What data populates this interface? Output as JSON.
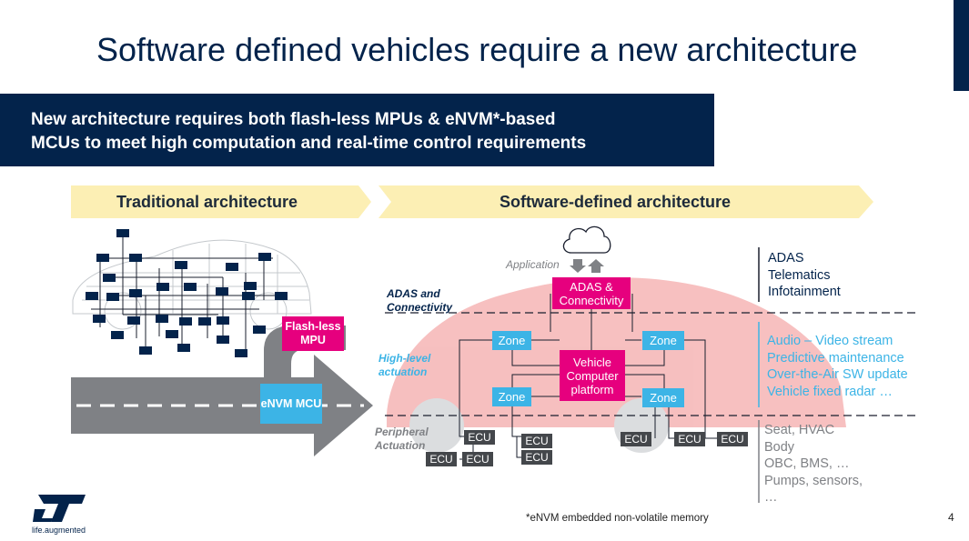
{
  "title": "Software defined vehicles require a new architecture",
  "banner": {
    "line1": "New architecture requires both flash-less MPUs & eNVM*-based",
    "line2": "MCUs to meet high computation and real-time control requirements"
  },
  "traditional": {
    "label": "Traditional architecture"
  },
  "software_defined": {
    "label": "Software-defined architecture"
  },
  "flashless_mpu": "Flash-less MPU",
  "envm_mcu": "eNVM MCU",
  "application": "Application",
  "adas_connectivity_box": "ADAS & Connectivity",
  "vehicle_computer": "Vehicle Computer platform",
  "zone_label": "Zone",
  "ecu_label": "ECU",
  "layers": {
    "adas": "ADAS and Connectivity",
    "high_level": "High-level actuation",
    "peripheral": "Peripheral Actuation"
  },
  "right_lists": {
    "top": [
      "ADAS",
      "Telematics",
      "Infotainment"
    ],
    "middle": [
      "Audio – Video stream",
      "Predictive maintenance",
      "Over-the-Air SW update",
      "Vehicle fixed radar …"
    ],
    "bottom": [
      "Seat, HVAC",
      "Body",
      "OBC, BMS, …",
      "Pumps, sensors,",
      "…"
    ]
  },
  "footnote": "*eNVM embedded non-volatile memory",
  "page_number": "4",
  "logo": {
    "tagline": "life.augmented"
  },
  "colors": {
    "navy": "#03234b",
    "pink": "#e6007e",
    "blue": "#3cb4e6",
    "chevron": "#fcefb4",
    "road": "#7f8185",
    "ecu": "#44474b"
  }
}
